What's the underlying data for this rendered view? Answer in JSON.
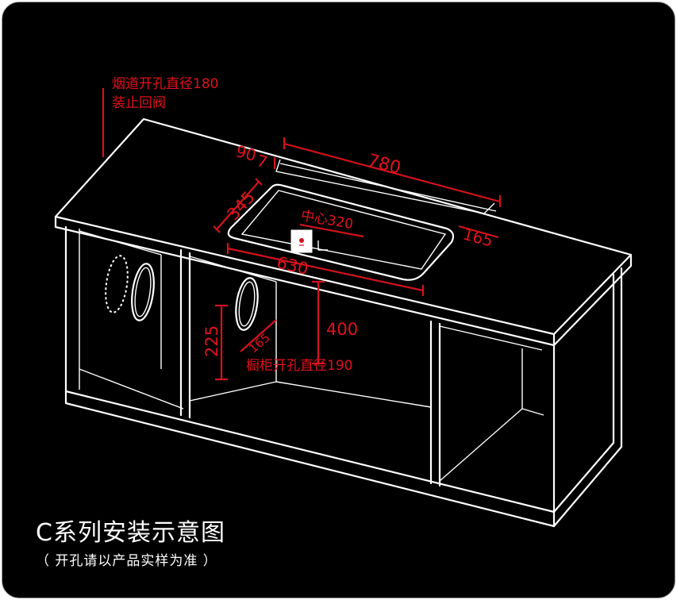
{
  "caption": {
    "title": "C系列安装示意图",
    "note": "（ 开孔请以产品实样为准 ）"
  },
  "annotations": {
    "flue_line1": "烟道开孔直径180",
    "flue_line2": "装止回阀",
    "cabinet_hole": "橱柜开孔直径190",
    "center": "中心320"
  },
  "dimensions": {
    "d780": "780",
    "d90": "90",
    "d7": "7",
    "d345": "345",
    "d165_top": "165",
    "d630": "630",
    "d400": "400",
    "d225": "225",
    "d165_inner": "165"
  },
  "colors": {
    "background": "#000000",
    "lines": "#ffffff",
    "dimension": "#e0111d"
  }
}
